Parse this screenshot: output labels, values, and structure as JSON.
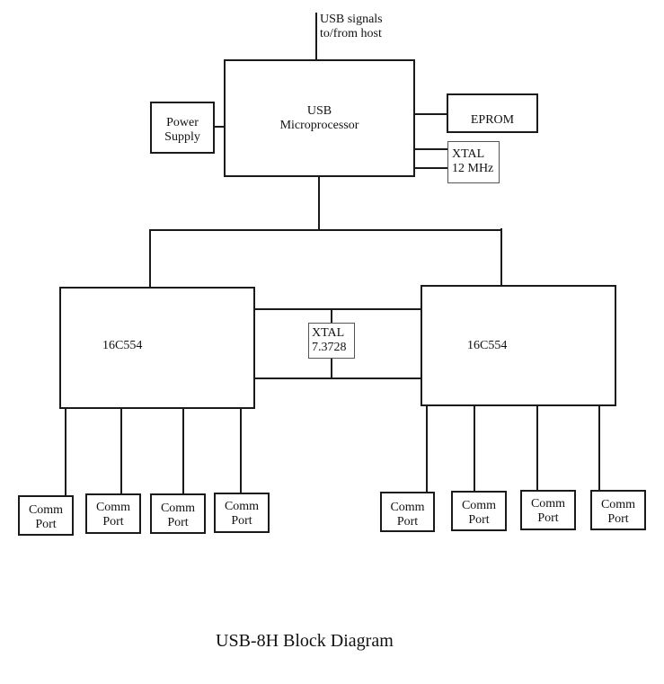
{
  "diagram": {
    "title": "USB-8H Block Diagram",
    "host_link": {
      "line1": "USB signals",
      "line2": "to/from host"
    },
    "microprocessor": {
      "line1": "USB",
      "line2": "Microprocessor"
    },
    "power_supply": {
      "line1": "Power",
      "line2": "Supply"
    },
    "eprom": {
      "label": "EPROM"
    },
    "xtal_main": {
      "line1": "XTAL",
      "line2": "12 MHz"
    },
    "xtal_uart": {
      "line1": "XTAL",
      "line2": "7.3728"
    },
    "uart_left": {
      "label": "16C554"
    },
    "uart_right": {
      "label": "16C554"
    },
    "comm_ports": [
      {
        "line1": "Comm",
        "line2": "Port"
      },
      {
        "line1": "Comm",
        "line2": "Port"
      },
      {
        "line1": "Comm",
        "line2": "Port"
      },
      {
        "line1": "Comm",
        "line2": "Port"
      },
      {
        "line1": "Comm",
        "line2": "Port"
      },
      {
        "line1": "Comm",
        "line2": "Port"
      },
      {
        "line1": "Comm",
        "line2": "Port"
      },
      {
        "line1": "Comm",
        "line2": "Port"
      }
    ]
  }
}
